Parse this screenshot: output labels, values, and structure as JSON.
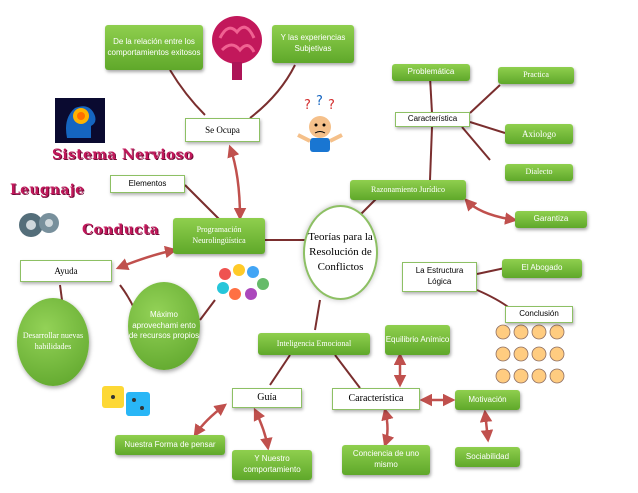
{
  "center": "Teorías para la Resolución de Conflictos",
  "nodes": {
    "relacion": "De la relación entre los comportamientos exitosos",
    "experiencias": "Y las experiencias Subjetivas",
    "se_ocupa": "Se Ocupa",
    "problematica": "Problemática",
    "practica": "Practica",
    "caracteristica_top": "Característica",
    "axiologo": "Axiologo",
    "dialecto": "Dialecto",
    "razonamiento": "Razonamiento Jurídico",
    "elementos": "Elementos",
    "programacion": "Programación Neurolingüística",
    "garantiza": "Garantiza",
    "ayuda": "Ayuda",
    "estructura": "La Estructura Lógica",
    "abogado": "El Abogado",
    "maximo": "Máximo aprovechami ento de recursos propios",
    "desarrollar": "Desarrollar nuevas habilidades",
    "conclusion": "Conclusión",
    "equilibrio": "Equilibrio Anímico",
    "inteligencia": "Inteligencia Emocional",
    "guia": "Guía",
    "caracteristica_bottom": "Característica",
    "motivacion": "Motivación",
    "forma_pensar": "Nuestra Forma de pensar",
    "comportamiento": "Y Nuestro comportamiento",
    "conciencia": "Conciencia de uno mismo",
    "sociabilidad": "Sociabilidad"
  },
  "titles": {
    "sistema": "Sistema Nervioso",
    "lenguaje": "Leugnaje",
    "conducta": "Conducta"
  },
  "colors": {
    "node_green": "#6db33f",
    "arrow_red": "#c0504d",
    "title_pink": "#c2185b"
  },
  "icons": [
    "brain-icon",
    "confused-person-icon",
    "head-profile-icon",
    "gears-head-icon",
    "people-circle-icon",
    "dice-icon",
    "emotion-faces-icon"
  ]
}
